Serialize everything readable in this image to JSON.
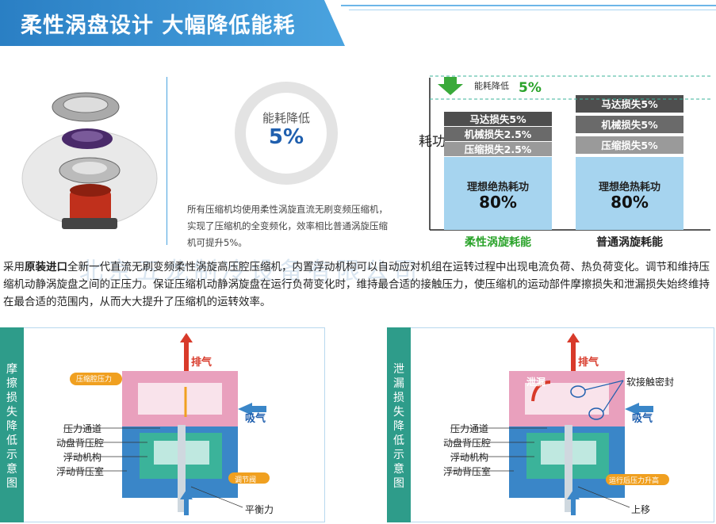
{
  "banner": {
    "title": "柔性涡盘设计  大幅降低能耗"
  },
  "ring": {
    "label": "能耗降低",
    "value": "5%"
  },
  "desc": "所有压缩机均使用柔性涡旋直流无刷变频压缩机，实现了压缩机的全变频化，效率相比普通涡旋压缩机可提升5%。",
  "para": {
    "prefix": "采用",
    "bold": "原装进口",
    "rest": "全新一代直流无刷变频柔性涡旋高压腔压缩机，内置浮动机构可以自动应对机组在运转过程中出现电流负荷、热负荷变化。调节和维持压缩机动静涡旋盘之间的正压力。保证压缩机动静涡旋盘在运行负荷变化时，维持最合适的接触压力，使压缩机的运动部件摩擦损失和泄漏损失始终维持在最合适的范围内，从而大大提升了压缩机的运转效率。"
  },
  "watermark": "北京五龙制冷设备有限公司",
  "chart_data": {
    "type": "bar",
    "ylabel": "耗功",
    "categories": [
      "柔性涡旋耗能",
      "普通涡旋耗能"
    ],
    "series": [
      {
        "name": "理想绝热耗功",
        "values": [
          80,
          80
        ]
      },
      {
        "name": "压缩损失",
        "values": [
          2.5,
          5
        ]
      },
      {
        "name": "机械损失",
        "values": [
          2.5,
          5
        ]
      },
      {
        "name": "马达损失",
        "values": [
          5,
          5
        ]
      }
    ],
    "labels": {
      "ideal": "理想绝热耗功",
      "ideal_val": "80%",
      "flex_motor": "马达损失5%",
      "flex_mech": "机械损失2.5%",
      "flex_comp": "压缩损失2.5%",
      "std_motor": "马达损失5%",
      "std_mech": "机械损失5%",
      "std_comp": "压缩损失5%",
      "saving_label": "能耗降低",
      "saving_val": "5%"
    }
  },
  "diag1": {
    "tab": [
      "摩",
      "擦",
      "损",
      "失",
      "降",
      "低",
      "示",
      "意",
      "图"
    ],
    "exhaust": "排气",
    "intake": "吸气",
    "callout": "压缩腔压力",
    "valve": "调节阀",
    "balance": "平衡力",
    "labels": [
      "压力通道",
      "动盘背压腔",
      "浮动机构",
      "浮动背压室"
    ]
  },
  "diag2": {
    "tab": [
      "泄",
      "漏",
      "损",
      "失",
      "降",
      "低",
      "示",
      "意",
      "图"
    ],
    "exhaust": "排气",
    "intake": "吸气",
    "leak": "泄漏",
    "soft": "软接触密封",
    "rise": "运行后压力升高",
    "up": "上移",
    "labels": [
      "压力通道",
      "动盘背压腔",
      "浮动机构",
      "浮动背压室"
    ]
  },
  "colors": {
    "accent": "#2a7fc4",
    "green": "#2aa32a",
    "tab": "#2e9c8a",
    "pink": "#e9a0bd",
    "blue": "#3a86c8",
    "teal": "#3bb39a"
  }
}
